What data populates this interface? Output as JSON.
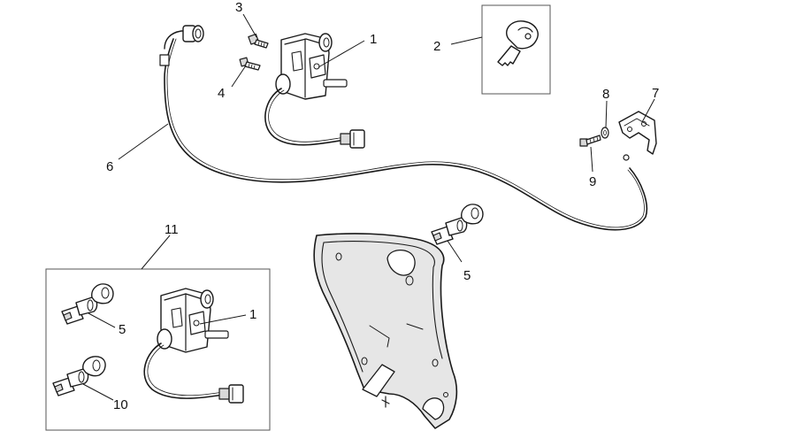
{
  "callouts": {
    "c1_top": "1",
    "c2": "2",
    "c3": "3",
    "c4": "4",
    "c5_mid": "5",
    "c6": "6",
    "c7": "7",
    "c8": "8",
    "c9": "9",
    "c11": "11",
    "c5_kit": "5",
    "c1_kit": "1",
    "c10": "10"
  },
  "colors": {
    "ink": "#1a1a1a",
    "panel_fill": "#e6e6e6",
    "box_stroke": "#555555"
  }
}
